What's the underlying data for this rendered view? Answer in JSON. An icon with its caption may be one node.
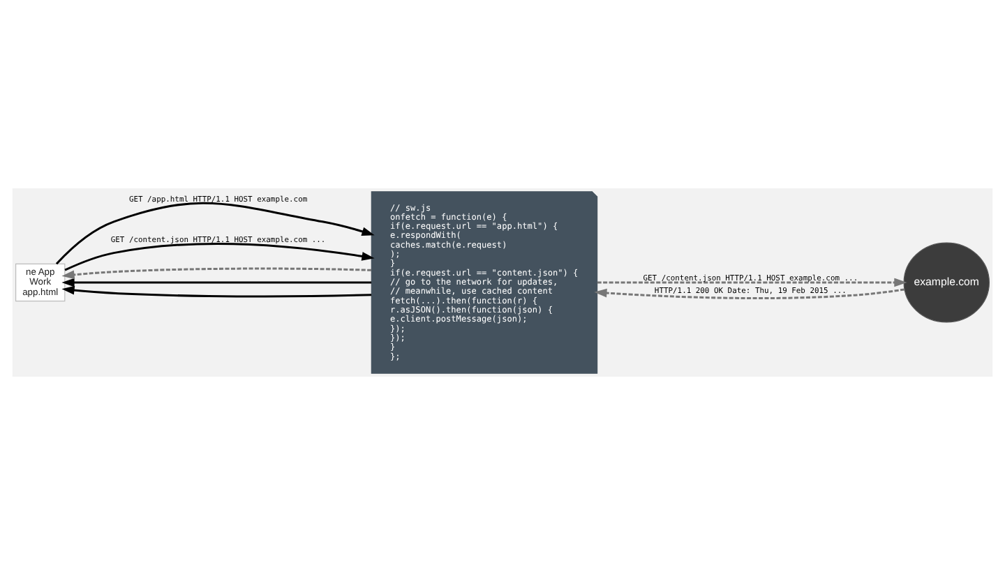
{
  "diagram": {
    "nodes": [
      {
        "text": [
          "ne App",
          "Work",
          "app.html"
        ]
      },
      {
        "text": [
          "// sw.js",
          "onfetch = function(e) {",
          "if(e.request.url == \"app.html\") {",
          "e.respondWith(",
          "caches.match(e.request)",
          ");",
          "}",
          "if(e.request.url == \"content.json\") {",
          "// go to the network for updates,",
          "// meanwhile, use cached content",
          "fetch(...).then(function(r) {",
          "r.asJSON().then(function(json) {",
          "e.client.postMessage(json);",
          "});",
          "});",
          "}",
          "};"
        ]
      },
      {
        "text": [
          "example.com"
        ]
      }
    ],
    "edges": [
      {
        "from": 0,
        "to": 1,
        "arrow": "to",
        "label": "GET /app.html HTTP/1.1 HOST example.com"
      },
      {
        "from": 1,
        "to": 0,
        "arrow": "to"
      },
      {
        "from": 0,
        "to": 1,
        "arrow": "to",
        "label": "GET /content.json HTTP/1.1 HOST example.com ..."
      },
      {
        "from": 1,
        "to": 0,
        "arrow": "to"
      },
      {
        "from": 1,
        "to": 0,
        "arrow": "to",
        "style": "dashed",
        "color": "#777777"
      },
      {
        "from": 1,
        "to": 2,
        "arrow": "to",
        "style": "dashed",
        "color": "#777777",
        "label": "GET /content.json HTTP/1.1 HOST example.com ..."
      },
      {
        "from": 2,
        "to": 1,
        "arrow": "to",
        "style": "dashed",
        "color": "#777777",
        "label": "HTTP/1.1 200 OK Date: Thu, 19 Feb 2015 ..."
      }
    ]
  }
}
